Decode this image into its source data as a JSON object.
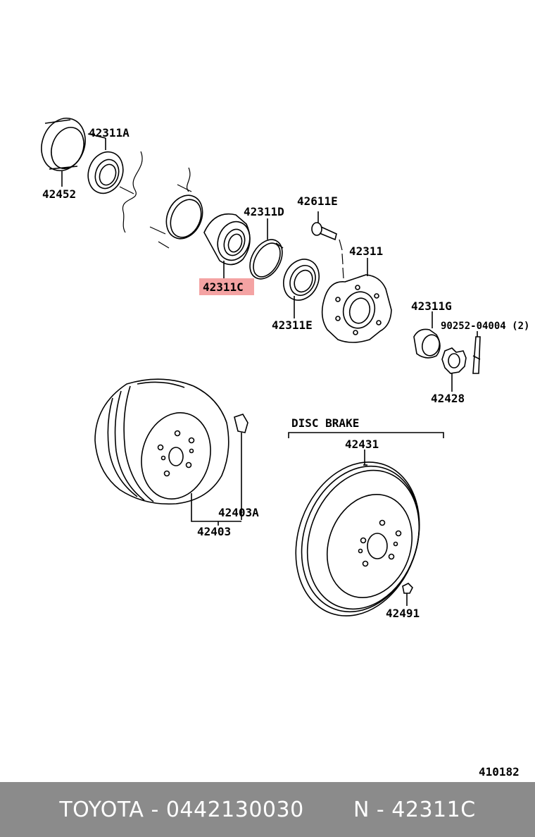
{
  "labels": {
    "p42311A": "42311A",
    "p42452": "42452",
    "p42311D": "42311D",
    "p42611E": "42611E",
    "p42311": "42311",
    "p42311C": "42311C",
    "p42311E": "42311E",
    "p42311G": "42311G",
    "p90252": "90252-04004 (2)",
    "p42428": "42428",
    "disc_brake": "DISC BRAKE",
    "p42431": "42431",
    "p42403A": "42403A",
    "p42403": "42403",
    "p42491": "42491",
    "ref": "410182"
  },
  "footer": {
    "brand": "TOYOTA",
    "part_number": "0442130030",
    "ref_code": "N - 42311C",
    "text": "TOYOTA - 0442130030       N - 42311C"
  },
  "colors": {
    "highlight": "#f4a3a3",
    "footer_bg": "#8b8b8b",
    "footer_text": "#ffffff"
  }
}
